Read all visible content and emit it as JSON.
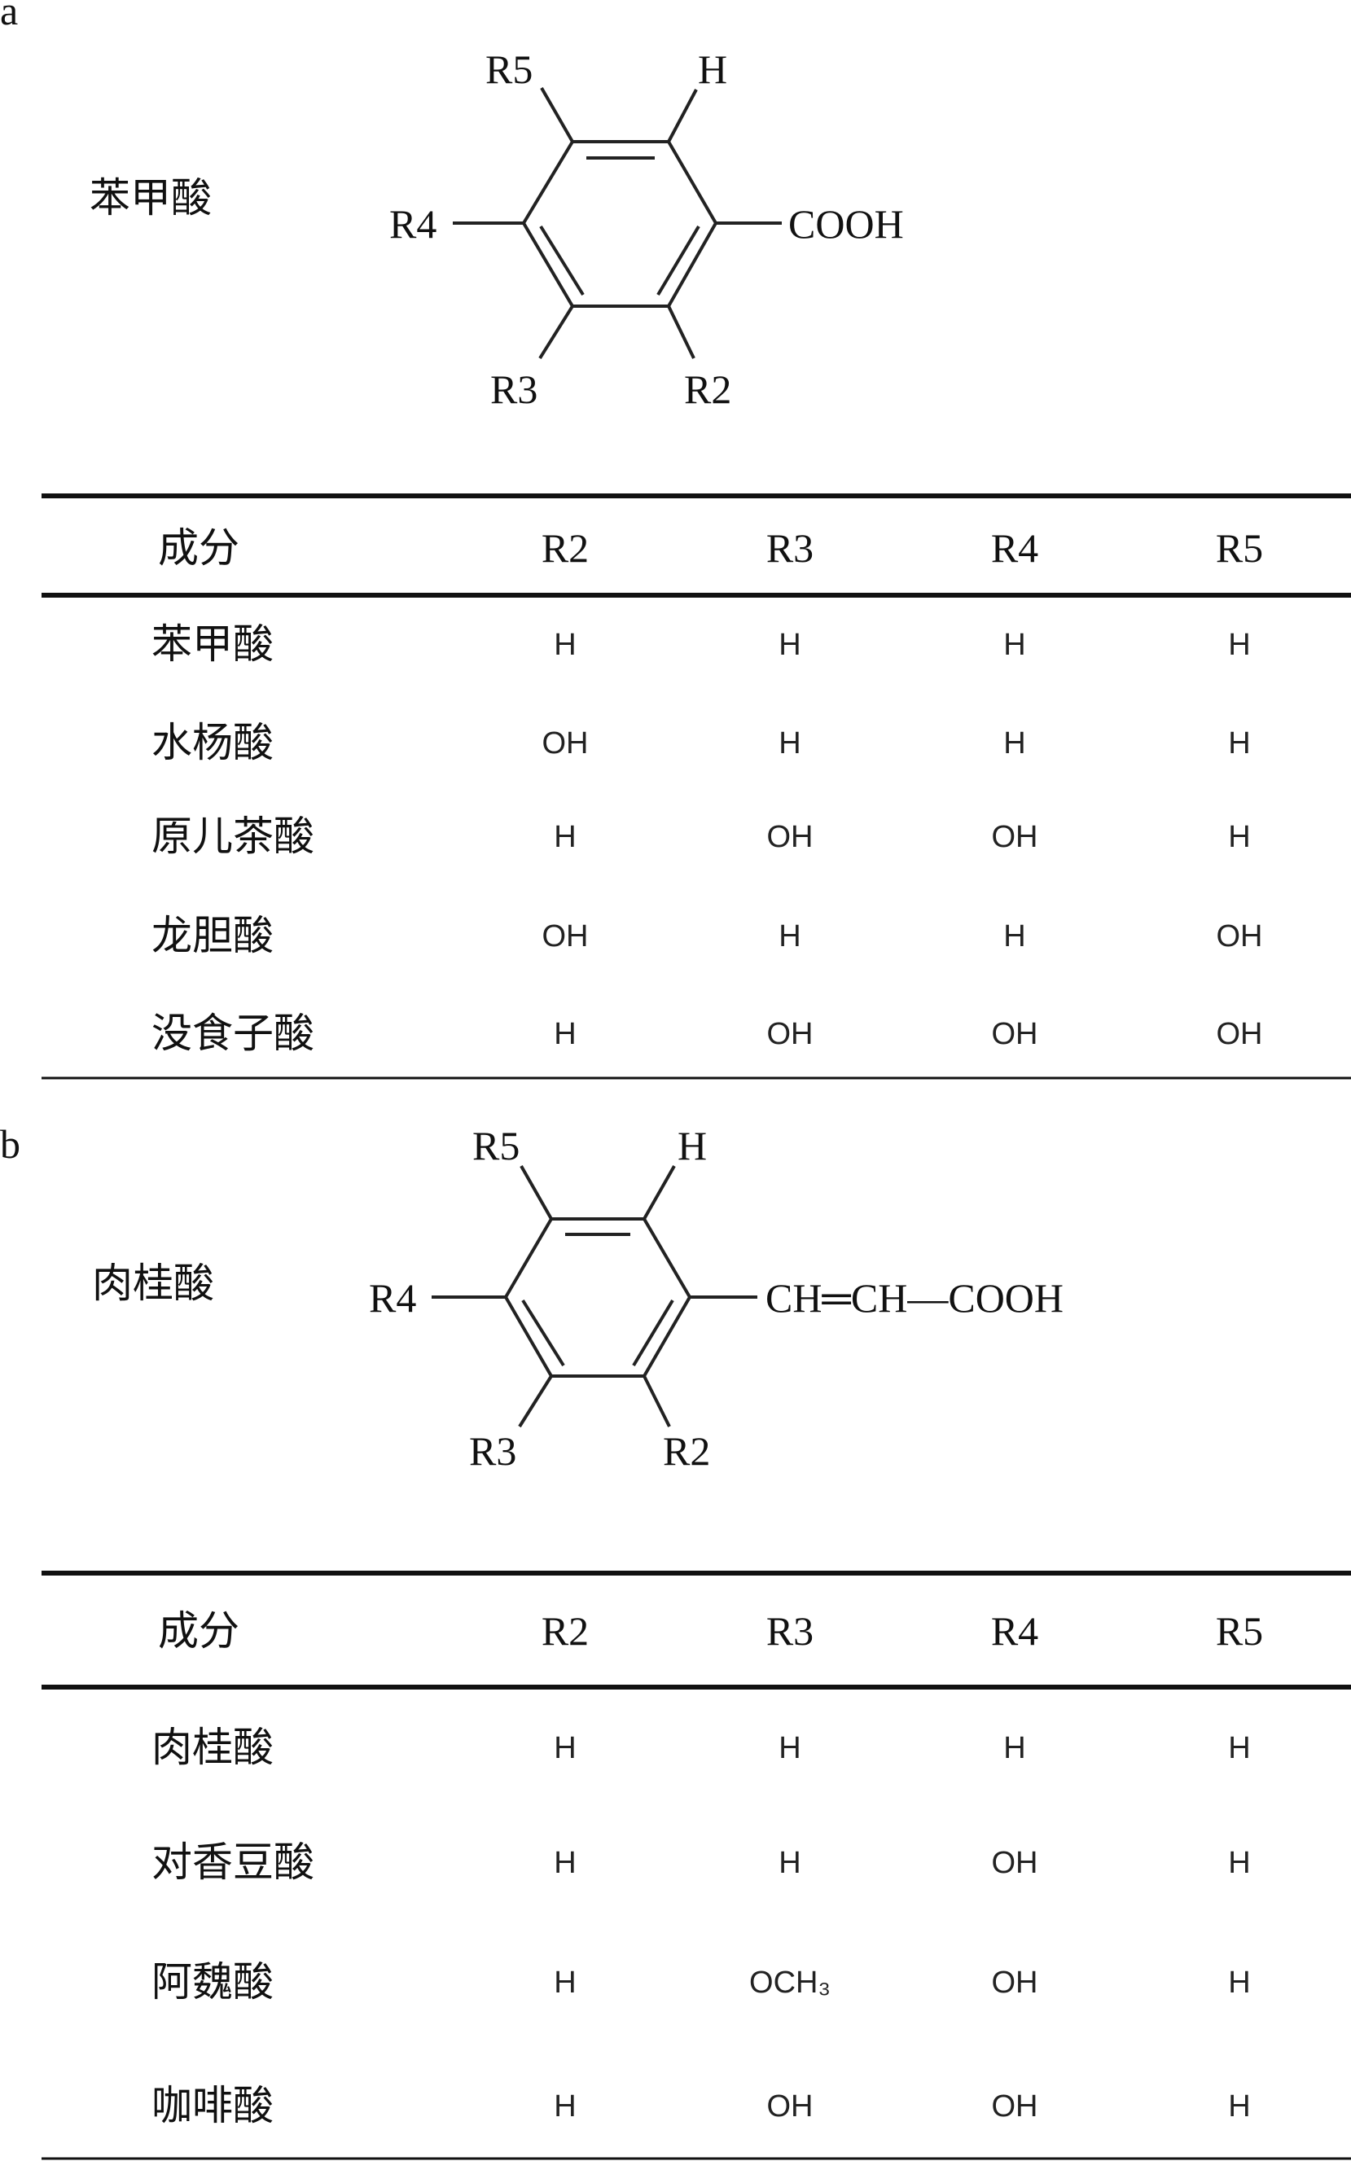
{
  "panel_a": {
    "letter": "a",
    "compound_name": "苯甲酸",
    "labels": {
      "r5": "R5",
      "h": "H",
      "r4": "R4",
      "sub": "COOH",
      "r3": "R3",
      "r2": "R2"
    },
    "table": {
      "headers": [
        "成分",
        "R2",
        "R3",
        "R4",
        "R5"
      ],
      "rows": [
        [
          "苯甲酸",
          "H",
          "H",
          "H",
          "H"
        ],
        [
          "水杨酸",
          "OH",
          "H",
          "H",
          "H"
        ],
        [
          "原儿茶酸",
          "H",
          "OH",
          "OH",
          "H"
        ],
        [
          "龙胆酸",
          "OH",
          "H",
          "H",
          "OH"
        ],
        [
          "没食子酸",
          "H",
          "OH",
          "OH",
          "OH"
        ]
      ]
    }
  },
  "panel_b": {
    "letter": "b",
    "compound_name": "肉桂酸",
    "labels": {
      "r5": "R5",
      "h": "H",
      "r4": "R4",
      "sub": "CH═CH—COOH",
      "r3": "R3",
      "r2": "R2"
    },
    "table": {
      "headers": [
        "成分",
        "R2",
        "R3",
        "R4",
        "R5"
      ],
      "rows": [
        [
          "肉桂酸",
          "H",
          "H",
          "H",
          "H"
        ],
        [
          "对香豆酸",
          "H",
          "H",
          "OH",
          "H"
        ],
        [
          "阿魏酸",
          "H",
          "OCH₃",
          "OH",
          "H"
        ],
        [
          "咖啡酸",
          "H",
          "OH",
          "OH",
          "H"
        ]
      ]
    }
  }
}
